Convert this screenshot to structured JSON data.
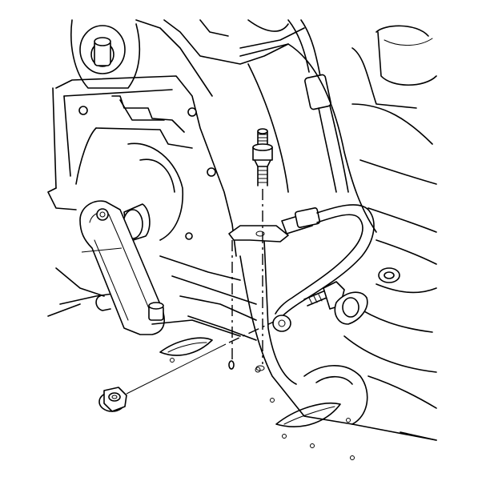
{
  "diagram": {
    "kind": "exploded-view line illustration",
    "parts": [
      {
        "name": "bracket-bolt",
        "icon": "stud-bolt-icon"
      },
      {
        "name": "brake-line-bracket",
        "icon": "bracket-icon"
      },
      {
        "name": "brake-line-tube",
        "icon": "tube-icon"
      },
      {
        "name": "bracket-nut",
        "icon": "flange-nut-icon"
      },
      {
        "name": "support-arm",
        "icon": "arm-icon"
      },
      {
        "name": "mounting-bolt-right",
        "icon": "bolt-icon"
      }
    ],
    "colors": {
      "line": "#000000",
      "background": "#ffffff"
    }
  }
}
